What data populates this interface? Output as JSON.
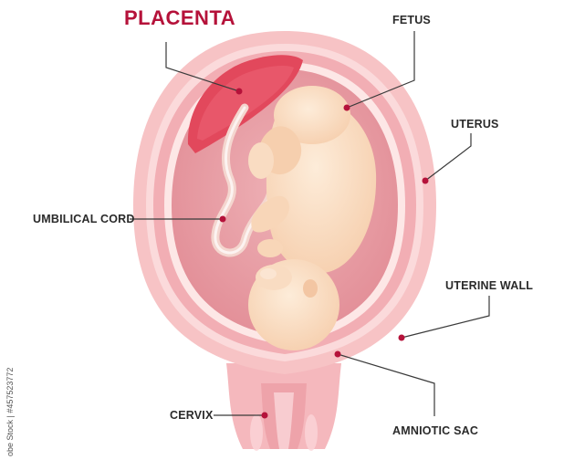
{
  "diagram": {
    "labels": {
      "placenta": "PLACENTA",
      "fetus": "FETUS",
      "uterus": "UTERUS",
      "umbilical_cord": "UMBILICAL CORD",
      "uterine_wall": "UTERINE WALL",
      "cervix": "CERVIX",
      "amniotic_sac": "AMNIOTIC SAC"
    },
    "credit_text": "obe Stock | #457523772",
    "colors": {
      "placenta_title": "#b5123a",
      "leader_dot": "#b5123a",
      "label_text": "#2a2a2a",
      "uterus_outer": "#f7c3c5",
      "uterus_inner": "#fbdadb",
      "amniotic_fill": "#e9a0a6",
      "placenta_fill": "#e2485c",
      "fetus_skin": "#fbe3cc"
    }
  }
}
